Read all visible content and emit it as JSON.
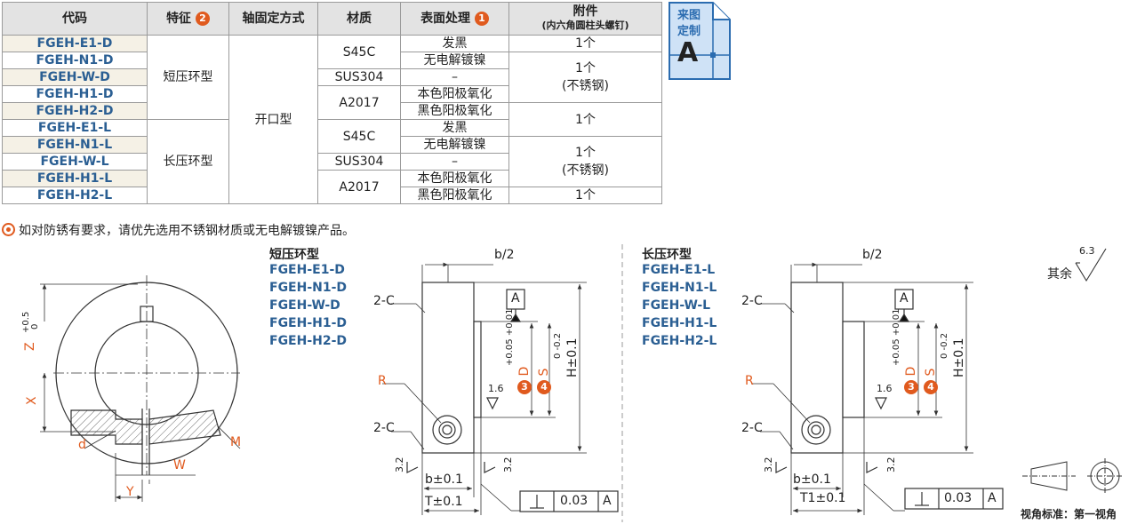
{
  "table": {
    "headers": {
      "code": "代码",
      "feature": "特征",
      "feature_num": "2",
      "fixing": "轴固定方式",
      "material": "材质",
      "surface": "表面处理",
      "surface_num": "1",
      "accessory": "附件",
      "accessory_sub": "(内六角圆柱头螺钉)"
    },
    "codes": [
      "FGEH-E1-D",
      "FGEH-N1-D",
      "FGEH-W-D",
      "FGEH-H1-D",
      "FGEH-H2-D",
      "FGEH-E1-L",
      "FGEH-N1-L",
      "FGEH-W-L",
      "FGEH-H1-L",
      "FGEH-H2-L"
    ],
    "feature_short": "短压环型",
    "feature_long": "长压环型",
    "fixing": "开口型",
    "materials": [
      "S45C",
      "SUS304",
      "A2017",
      "S45C",
      "SUS304",
      "A2017"
    ],
    "surfaces": [
      "发黑",
      "无电解镀镍",
      "–",
      "本色阳极氧化",
      "黑色阳极氧化",
      "发黑",
      "无电解镀镍",
      "–",
      "本色阳极氧化",
      "黑色阳极氧化"
    ],
    "acc_one": "1个",
    "acc_stainless_line1": "1个",
    "acc_stainless_line2": "(不锈钢)"
  },
  "badge": {
    "line1": "来图",
    "line2": "定制",
    "letter": "A"
  },
  "note": "如对防锈有要求，请优先选用不锈钢材质或无电解镀镍产品。",
  "left_drawing": {
    "labels": {
      "z": "Z",
      "z_tol_plus": "+0.5",
      "z_tol_zero": "0",
      "x": "X",
      "d": "d",
      "m": "M",
      "w": "W",
      "y": "Y"
    }
  },
  "short_section": {
    "title": "短压环型",
    "codes": [
      "FGEH-E1-D",
      "FGEH-N1-D",
      "FGEH-W-D",
      "FGEH-H1-D",
      "FGEH-H2-D"
    ]
  },
  "long_section": {
    "title": "长压环型",
    "codes": [
      "FGEH-E1-L",
      "FGEH-N1-L",
      "FGEH-W-L",
      "FGEH-H1-L",
      "FGEH-H2-L"
    ]
  },
  "dims": {
    "b_half": "b/2",
    "chamfer": "2-C",
    "r": "R",
    "datum": "A",
    "d_label": "D",
    "d_tol": "+0.05\n+0.01",
    "s_label": "S",
    "s_tol": "0\n-0.2",
    "h_label": "H±0.1",
    "roughness_1_6": "1.6",
    "roughness_3_2": "3.2",
    "b_tol": "b±0.1",
    "t_tol": "T±0.1",
    "t1_tol": "T1±0.1",
    "perp_value": "0.03",
    "perp_datum": "A",
    "num3": "3",
    "num4": "4"
  },
  "other": {
    "label": "其余",
    "roughness": "6.3"
  },
  "view_standard": "视角标准：第一视角"
}
